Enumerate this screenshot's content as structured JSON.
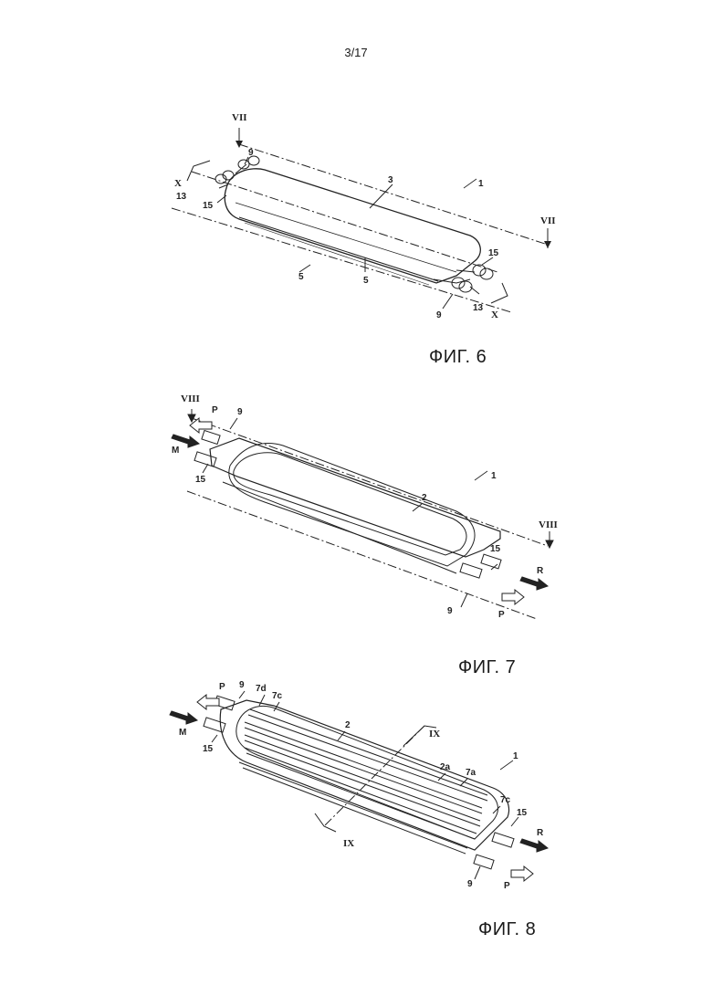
{
  "page": {
    "number": "3/17"
  },
  "figures": [
    {
      "caption": "ФИГ. 6",
      "labels": {
        "section_top": "VII",
        "section_right": "VII",
        "x_left": "X",
        "x_right": "X",
        "ref_1": "1",
        "ref_3": "3",
        "ref_5a": "5",
        "ref_5b": "5",
        "ref_9a": "9",
        "ref_9b": "9",
        "ref_13a": "13",
        "ref_13b": "13",
        "ref_15a": "15",
        "ref_15b": "15"
      }
    },
    {
      "caption": "ФИГ. 7",
      "labels": {
        "section_left": "VIII",
        "section_right": "VIII",
        "p_top": "P",
        "p_bottom": "P",
        "m": "M",
        "r": "R",
        "ref_1": "1",
        "ref_2": "2",
        "ref_9a": "9",
        "ref_9b": "9",
        "ref_15a": "15",
        "ref_15b": "15"
      }
    },
    {
      "caption": "ФИГ. 8",
      "labels": {
        "section_top": "IX",
        "section_bottom": "IX",
        "p_top": "P",
        "p_bottom": "P",
        "m": "M",
        "r": "R",
        "ref_1": "1",
        "ref_2": "2",
        "ref_2a": "2a",
        "ref_7a": "7a",
        "ref_7c_top": "7c",
        "ref_7c_right": "7c",
        "ref_7d": "7d",
        "ref_9a": "9",
        "ref_9b": "9",
        "ref_15a": "15",
        "ref_15b": "15"
      }
    }
  ]
}
